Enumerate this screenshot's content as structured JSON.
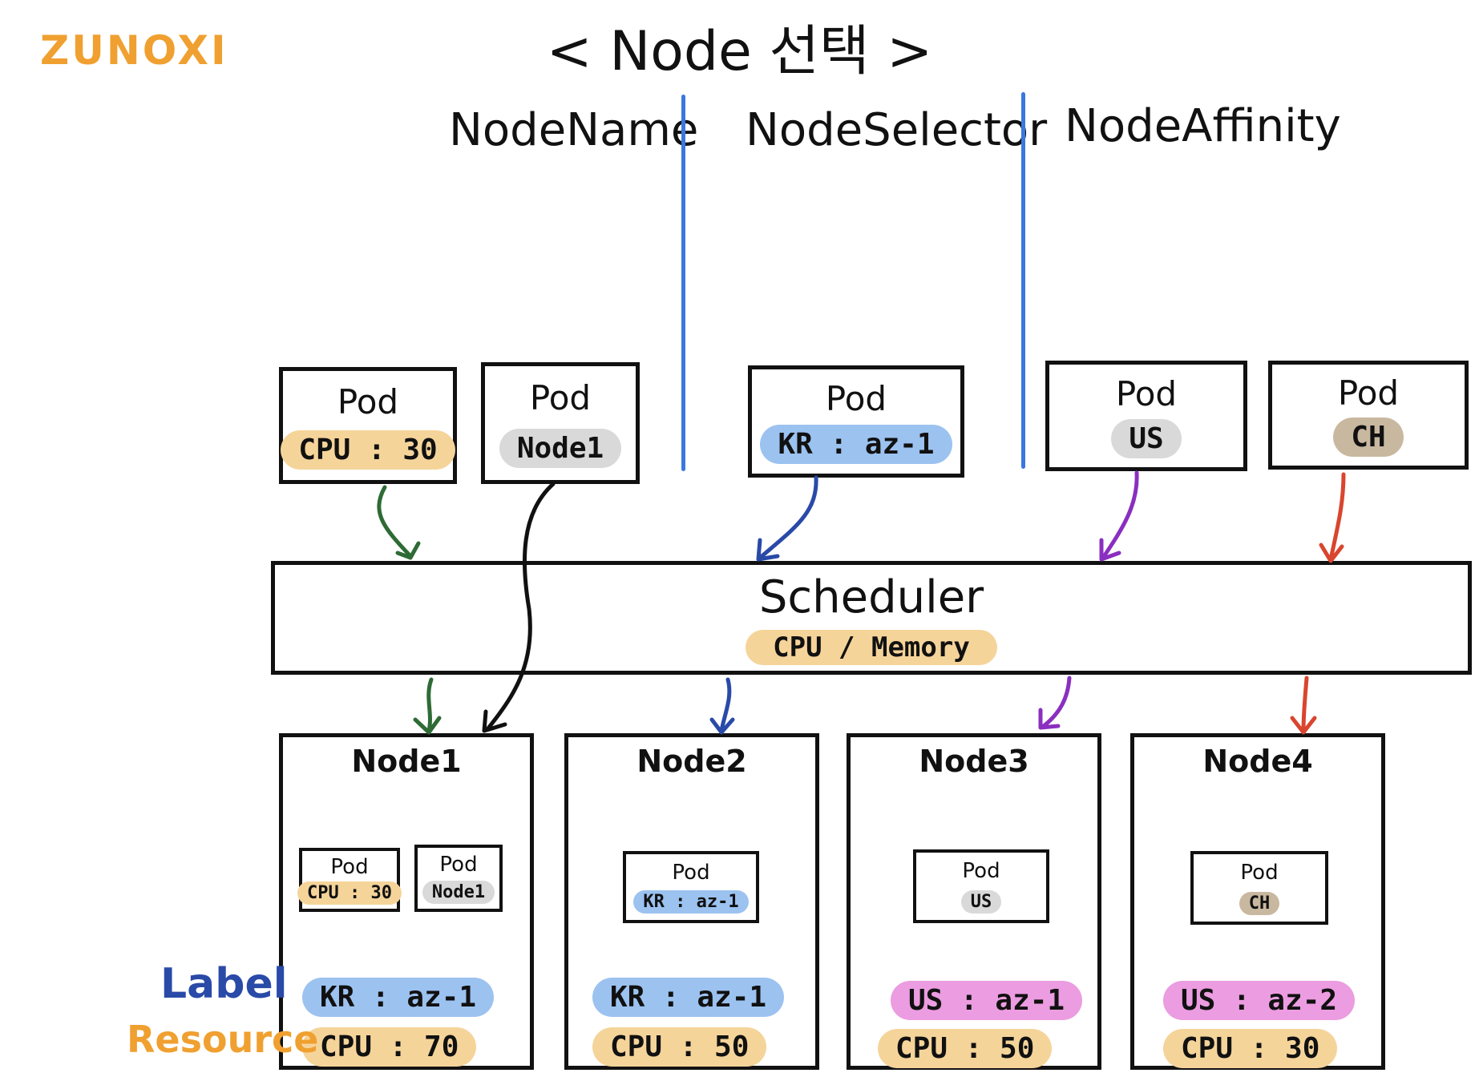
{
  "brand": "ZUNOXI",
  "title": "< Node 선택 >",
  "columns": [
    "NodeName",
    "NodeSelector",
    "NodeAffinity"
  ],
  "top_pods": [
    {
      "title": "Pod",
      "chip": "CPU : 30",
      "chip_color": "#f5d49a"
    },
    {
      "title": "Pod",
      "chip": "Node1",
      "chip_color": "#d9d9d9"
    },
    {
      "title": "Pod",
      "chip": "KR : az-1",
      "chip_color": "#9cc2f0"
    },
    {
      "title": "Pod",
      "chip": "US",
      "chip_color": "#d9d9d9"
    },
    {
      "title": "Pod",
      "chip": "CH",
      "chip_color": "#c9b8a0"
    }
  ],
  "scheduler": {
    "title": "Scheduler",
    "chip": "CPU / Memory",
    "chip_color": "#f5d49a"
  },
  "nodes": [
    {
      "title": "Node1",
      "label": "KR : az-1",
      "label_color": "#9cc2f0",
      "resource": "CPU : 70",
      "resource_color": "#f5d49a",
      "pods": [
        {
          "title": "Pod",
          "chip": "CPU : 30"
        },
        {
          "title": "Pod",
          "chip": "Node1"
        }
      ]
    },
    {
      "title": "Node2",
      "label": "KR : az-1",
      "label_color": "#9cc2f0",
      "resource": "CPU : 50",
      "resource_color": "#f5d49a",
      "pods": [
        {
          "title": "Pod",
          "chip": "KR : az-1"
        }
      ]
    },
    {
      "title": "Node3",
      "label": "US : az-1",
      "label_color": "#ec9ce0",
      "resource": "CPU : 50",
      "resource_color": "#f5d49a",
      "pods": [
        {
          "title": "Pod",
          "chip": "US"
        }
      ]
    },
    {
      "title": "Node4",
      "label": "US : az-2",
      "label_color": "#ec9ce0",
      "resource": "CPU : 30",
      "resource_color": "#f5d49a",
      "pods": [
        {
          "title": "Pod",
          "chip": "CH"
        }
      ]
    }
  ],
  "legend": {
    "label": "Label",
    "label_color": "#2a4aa8",
    "resource": "Resource",
    "resource_color": "#f0a030"
  },
  "colors": {
    "divider": "#3a78e0",
    "arrow_green": "#2e6b35",
    "arrow_black": "#111111",
    "arrow_blue": "#2a4aa8",
    "arrow_purple": "#8a2fc0",
    "arrow_red": "#d9452e"
  }
}
